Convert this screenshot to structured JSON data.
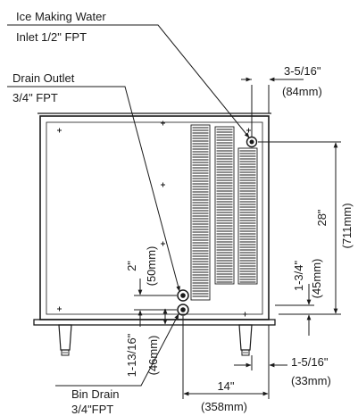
{
  "labels": {
    "ice_water_line1": "Ice Making Water",
    "ice_water_line2": "Inlet 1/2\" FPT",
    "drain_outlet_line1": "Drain Outlet",
    "drain_outlet_line2": "3/4\" FPT",
    "bin_drain_line1": "Bin Drain",
    "bin_drain_line2": "3/4\"FPT"
  },
  "dimensions": {
    "inlet_right_in": "3-5/16\"",
    "inlet_right_mm": "(84mm)",
    "inlet_height_in": "28\"",
    "inlet_height_mm": "(711mm)",
    "drain_spacing_in": "2\"",
    "drain_spacing_mm": "(50mm)",
    "right_side_in": "1-3/4\"",
    "right_side_mm": "(45mm)",
    "bin_drain_height_in": "1-13/16\"",
    "bin_drain_height_mm": "(46mm)",
    "bin_drain_right_in": "14\"",
    "bin_drain_right_mm": "(358mm)",
    "leg_offset_in": "1-5/16\"",
    "leg_offset_mm": "(33mm)"
  }
}
